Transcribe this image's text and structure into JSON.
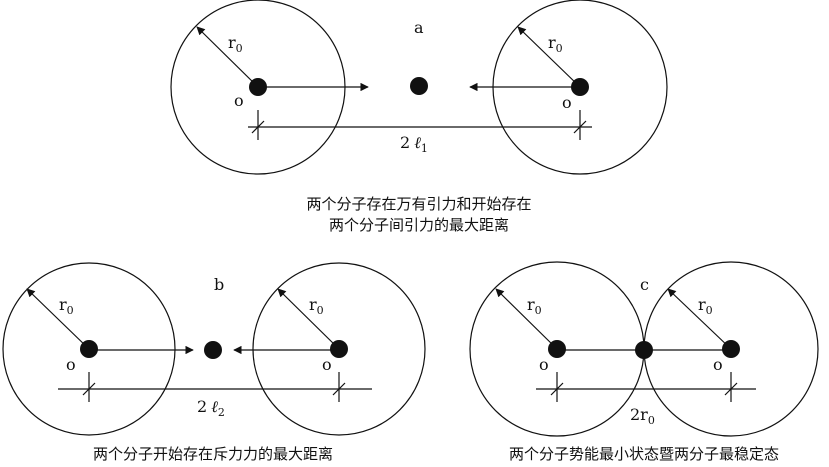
{
  "panel_a": {
    "letter": "a",
    "radius_label": "r",
    "radius_sub": "0",
    "origin_left": "o",
    "origin_right": "o",
    "distance_label": "2",
    "distance_ell": "ℓ",
    "distance_sub": "1",
    "caption_line1": "两个分子存在万有引力和开始存在",
    "caption_line2": "两个分子间引力的最大距离"
  },
  "panel_b": {
    "letter": "b",
    "radius_label": "r",
    "radius_sub": "0",
    "origin_left": "o",
    "origin_right": "o",
    "distance_label": "2",
    "distance_ell": "ℓ",
    "distance_sub": "2",
    "caption": "两个分子开始存在斥力力的最大距离"
  },
  "panel_c": {
    "letter": "c",
    "radius_label": "r",
    "radius_sub": "0",
    "origin_left": "o",
    "origin_right": "o",
    "distance_label": "2r",
    "distance_sub": "0",
    "caption": "两个分子势能最小状态暨两分子最稳定态"
  },
  "colors": {
    "stroke": "#111111",
    "fill": "#111111",
    "background": "#ffffff"
  }
}
